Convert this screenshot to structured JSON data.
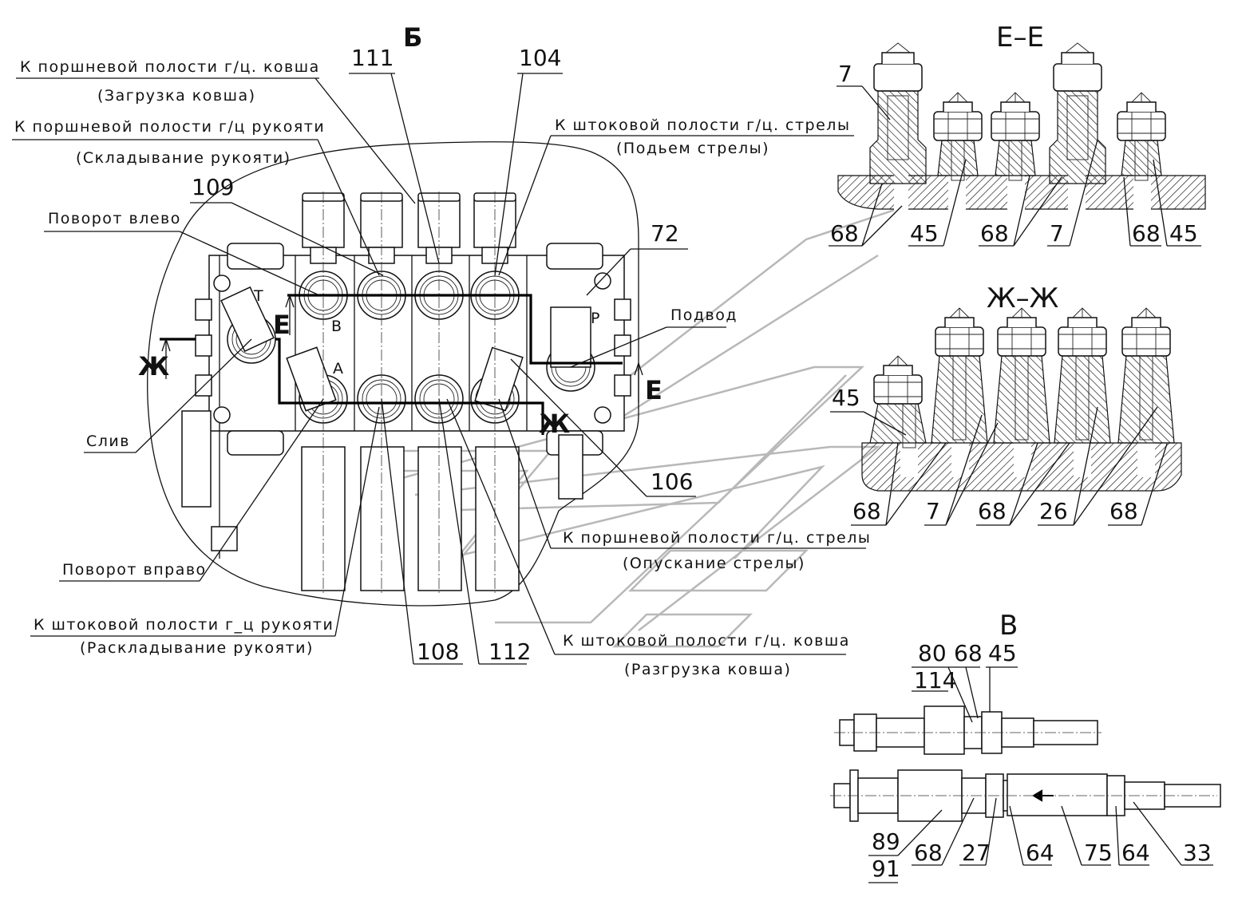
{
  "view_b": {
    "title": "Б",
    "labels": {
      "piston_bucket": "К поршневой полости г/ц. ковша",
      "bucket_load": "(Загрузка ковша)",
      "piston_handle": "К поршневой полости г/ц рукояти",
      "handle_fold": "(Складывание рукояти)",
      "turn_left": "Поворот влево",
      "drain": "Слив",
      "turn_right": "Поворот вправо",
      "rod_handle": "К штоковой полости г_ц рукояти",
      "handle_unfold": "(Раскладывание рукояти)",
      "rod_boom": "К штоковой полости г/ц. стрелы",
      "boom_raise": "(Подьем стрелы)",
      "supply": "Подвод",
      "piston_boom": "К поршневой полости г/ц. стрелы",
      "boom_lower": "(Опускание стрелы)",
      "rod_bucket": "К штоковой полости г/ц. ковша",
      "bucket_unload": "(Разгрузка ковша)"
    },
    "ports": {
      "t": "T",
      "b": "B",
      "a": "A",
      "p": "P"
    },
    "cut_marks": {
      "e": "Е",
      "zh": "Ж"
    },
    "numbers": {
      "n111": "111",
      "n104": "104",
      "n109": "109",
      "n72": "72",
      "n106": "106",
      "n108": "108",
      "n112": "112"
    }
  },
  "section_ee": {
    "title": "Е–Е",
    "numbers": {
      "n7a": "7",
      "n68a": "68",
      "n45a": "45",
      "n68b": "68",
      "n7b": "7",
      "n68c": "68",
      "n45b": "45"
    }
  },
  "section_zhzh": {
    "title": "Ж–Ж",
    "numbers": {
      "n45": "45",
      "n68a": "68",
      "n7": "7",
      "n68b": "68",
      "n26": "26",
      "n68c": "68"
    }
  },
  "view_v": {
    "title": "В",
    "numbers": {
      "n80": "80",
      "n114": "114",
      "n68top": "68",
      "n45": "45",
      "n89": "89",
      "n91": "91",
      "n68": "68",
      "n27": "27",
      "n64a": "64",
      "n75": "75",
      "n64b": "64",
      "n33": "33"
    }
  }
}
